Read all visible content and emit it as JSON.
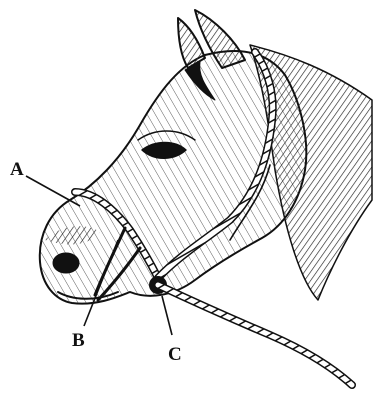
{
  "figure": {
    "subject": "horse-head-with-rope-halter",
    "ink_color": "#111111",
    "background_color": "#ffffff"
  },
  "callouts": [
    {
      "label": "A"
    },
    {
      "label": "B"
    },
    {
      "label": "C"
    }
  ]
}
